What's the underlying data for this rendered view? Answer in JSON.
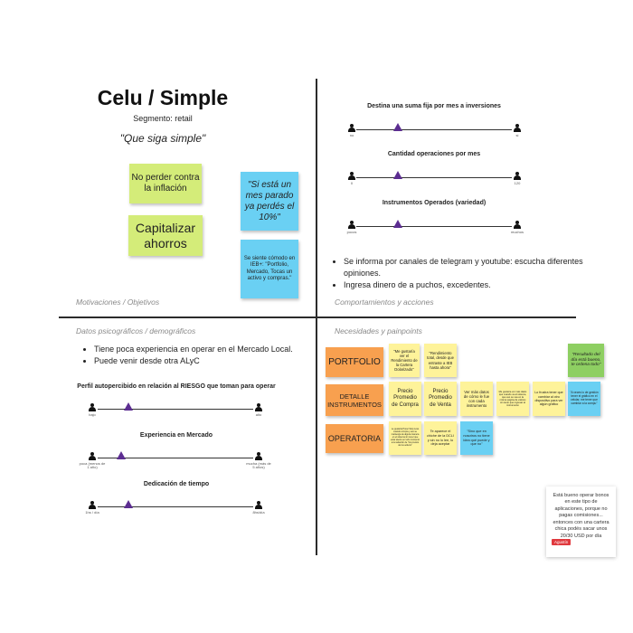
{
  "persona": {
    "title": "Celu / Simple",
    "segment": "Segmento: retail",
    "quote": "\"Que siga simple\""
  },
  "quadrant_labels": {
    "motivations": "Motivaciones / Objetivos",
    "behaviors": "Comportamientos y acciones",
    "psychographic": "Datos psicográficos / demográficos",
    "needs": "Necesidades y painpoints"
  },
  "motivations": {
    "sticky_1": "No perder contra la inflación",
    "sticky_2": "Capitalizar ahorros",
    "sticky_3": "\"Si está un mes parado ya perdés el 10%\"",
    "sticky_4": "Se siente cómodo en IEB+: \"Portfolio, Mercado, Tocas un activo y compras.\""
  },
  "behavior_sliders": [
    {
      "title": "Destina una suma fija por mes a inversiones",
      "left_label": "no",
      "right_label": "si",
      "value": 0.27
    },
    {
      "title": "Cantidad operaciones por mes",
      "left_label": "0",
      "right_label": "120",
      "value": 0.27
    },
    {
      "title": "Instrumentos Operados (variedad)",
      "left_label": "pocos",
      "right_label": "muchos",
      "value": 0.27
    }
  ],
  "behavior_bullets": [
    "Se informa por canales de telegram y youtube: escucha diferentes opiniones.",
    "Ingresa dinero de a puchos, excedentes."
  ],
  "psych_bullets": [
    "Tiene poca experiencia en operar en el Mercado Local.",
    "Puede venir desde otra ALyC"
  ],
  "psych_sliders": [
    {
      "title": "Perfil autopercibido en relación al RIESGO que toman para operar",
      "left_label": "bajo",
      "right_label": "alto",
      "value": 0.2
    },
    {
      "title": "Experiencia en Mercado",
      "left_label": "poca (menos de 1 año)",
      "right_label": "mucha (más de 5 años)",
      "value": 0.17
    },
    {
      "title": "Dedicación de tiempo",
      "left_label": "1hs / día",
      "right_label": "8hs/día",
      "value": 0.2
    }
  ],
  "needs": {
    "row_labels": [
      "PORTFOLIO",
      "DETALLE INSTRUMENTOS",
      "OPERATORIA"
    ],
    "portfolio": [
      "\"Me gustaría ver el Rendimiento de la Cartera Dolarizado\"",
      "\"Rendimiento total, desde que entraste a IEB hasta ahora\""
    ],
    "portfolio_right": "\"Resultado del día está bueno, te ordena todo\"",
    "detalle": [
      "Precio Promedio de Compra",
      "Precio Promedio de Venta",
      "Ver más datos de cómo le fue con cada instrumento",
      "Me gustaría ver más datos que cuando va al sistema, que eso se vea en la misma página de valores sin tener que ingresar al instrumento",
      "Lo frustra tener que cambiar al otro dispositivo para ver algún gráfico",
      "\"A veces lo de gestión tener el gráfico en el celular, me tener que cambiar a la compu\""
    ],
    "operatoria": [
      "Le gustaría Poner Stop Loss cuando compra y eso se mantenga de alguna manera en el sistema sin tener que estar atento en todo momento a la variación de \"los precios de los activos\"",
      "Te aparece el chiche de la DCLI y sin no lo lee, lo deja aceptar",
      "\"Sino que en nosotros no tiene idea qué puede y que no\""
    ]
  },
  "comment": {
    "text": "Está bueno operar bonos en este tipo de aplicaciones, porque no pagas comisiones... entonces con una cartera chica podés sacar unos 20/30 USD por día",
    "badge": "Agustín"
  }
}
